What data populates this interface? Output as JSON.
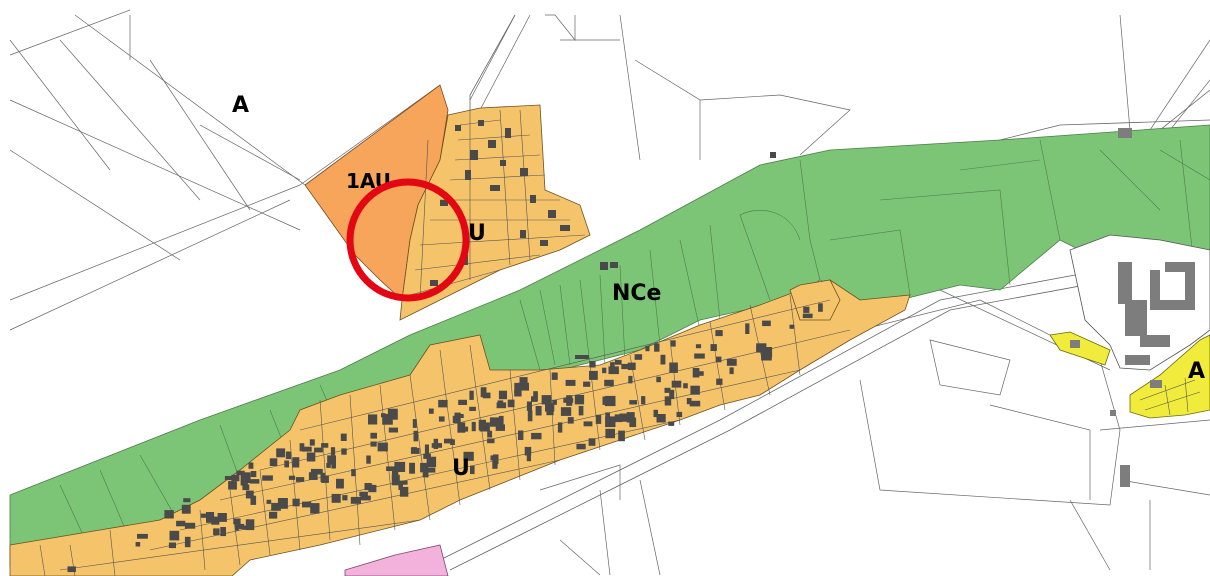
{
  "map": {
    "zones": {
      "agricultural_north": "A",
      "future_urban": "1AU",
      "urban_north": "U",
      "natural_corridor": "NCe",
      "urban_south": "U",
      "agricultural_east": "A"
    },
    "highlight": {
      "shape": "circle",
      "color": "#e30613"
    },
    "colors": {
      "urban": "#f5c46a",
      "future_urban": "#f6a55a",
      "natural": "#7cc476",
      "yellow": "#f1ec3b",
      "pink": "#f2b2dc",
      "building": "#4a4a4a",
      "background": "#ffffff"
    }
  }
}
